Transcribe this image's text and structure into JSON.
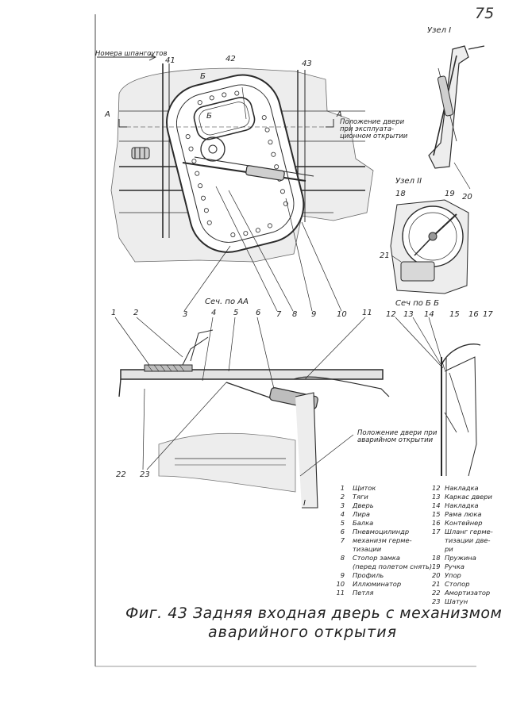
{
  "page_number": "75",
  "caption": {
    "line1": "Фиг. 43 Задняя входная дверь с механизмом",
    "line2": "аварийного открытия"
  },
  "frame_numbers_label": "Номера шпангоутов",
  "frames": [
    "41",
    "42",
    "43"
  ],
  "section_marks": [
    "А",
    "Б",
    "Б",
    "А",
    "I"
  ],
  "nodes": {
    "node1_title": "Узел I",
    "node2_title": "Узел II"
  },
  "sections": {
    "aa": "Сеч. по АА",
    "bb": "Сеч по Б Б"
  },
  "notes": {
    "operational": "Положение двери\nпри эксплуата-\nционном открытии",
    "emergency": "Положение двери при\nаварийном открытии"
  },
  "callouts": [
    "1",
    "2",
    "3",
    "4",
    "5",
    "6",
    "7",
    "8",
    "9",
    "10",
    "11",
    "12",
    "13",
    "14",
    "15",
    "16",
    "17",
    "18",
    "19",
    "20",
    "21",
    "22",
    "23"
  ],
  "legend_left": [
    {
      "n": "1",
      "t": "Щиток"
    },
    {
      "n": "2",
      "t": "Тяги"
    },
    {
      "n": "3",
      "t": "Дверь"
    },
    {
      "n": "4",
      "t": "Лира"
    },
    {
      "n": "5",
      "t": "Балка"
    },
    {
      "n": "6",
      "t": "Пневмоцилиндр"
    },
    {
      "n": "7",
      "t": "механизм герме-\nтизации"
    },
    {
      "n": "8",
      "t": "Стопор замка\n(перед полетом снять)"
    },
    {
      "n": "9",
      "t": "Профиль"
    },
    {
      "n": "10",
      "t": "Иллюминатор"
    },
    {
      "n": "11",
      "t": "Петля"
    }
  ],
  "legend_right": [
    {
      "n": "12",
      "t": "Накладка"
    },
    {
      "n": "13",
      "t": "Каркас двери"
    },
    {
      "n": "14",
      "t": "Накладка"
    },
    {
      "n": "15",
      "t": "Рама люка"
    },
    {
      "n": "16",
      "t": "Контейнер"
    },
    {
      "n": "17",
      "t": "Шланг герме-\nтизации две-\nри"
    },
    {
      "n": "18",
      "t": "Пружина"
    },
    {
      "n": "19",
      "t": "Ручка"
    },
    {
      "n": "20",
      "t": "Упор"
    },
    {
      "n": "21",
      "t": "Стопор"
    },
    {
      "n": "22",
      "t": "Амортизатор"
    },
    {
      "n": "23",
      "t": "Шатун"
    }
  ],
  "colors": {
    "ink": "#222222",
    "shade": "#ededed",
    "paper": "#ffffff"
  }
}
